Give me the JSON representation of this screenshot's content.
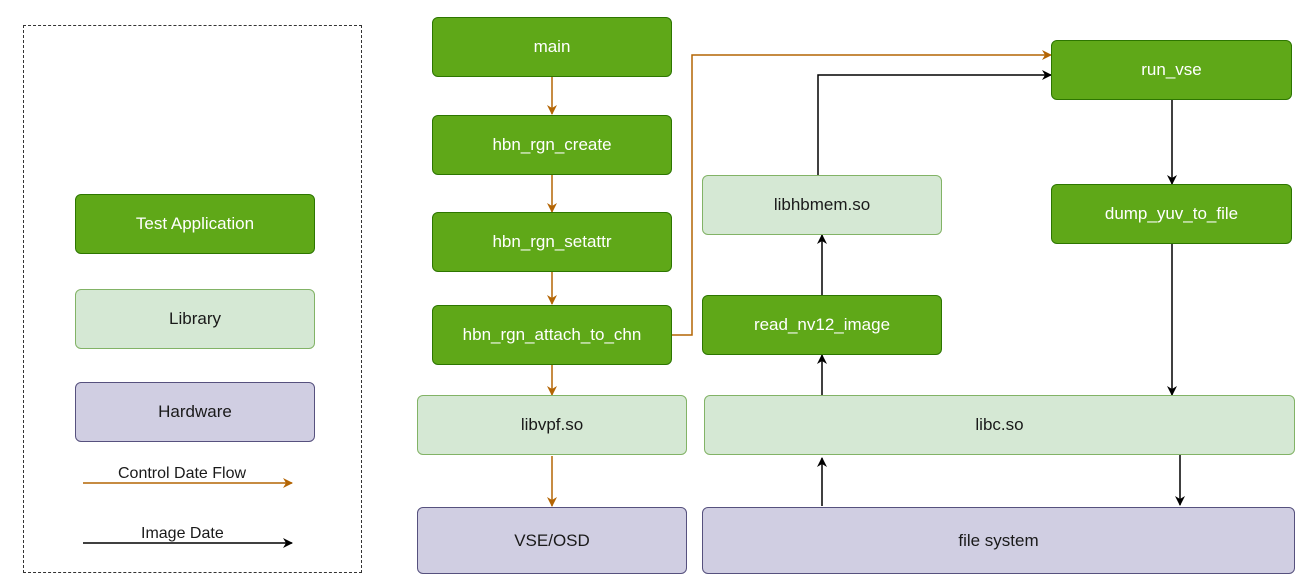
{
  "legend": {
    "test_application": "Test Application",
    "library": "Library",
    "hardware": "Hardware",
    "control_flow": "Control Date Flow",
    "image_flow": "Image Date"
  },
  "nodes": {
    "main": "main",
    "hbn_rgn_create": "hbn_rgn_create",
    "hbn_rgn_setattr": "hbn_rgn_setattr",
    "hbn_rgn_attach_to_chn": "hbn_rgn_attach_to_chn",
    "libvpf": "libvpf.so",
    "vse_osd": "VSE/OSD",
    "run_vse": "run_vse",
    "dump_yuv_to_file": "dump_yuv_to_file",
    "libhbmem": "libhbmem.so",
    "read_nv12_image": "read_nv12_image",
    "libc": "libc.so",
    "file_system": "file system"
  },
  "colors": {
    "app_fill": "#5fa818",
    "lib_fill": "#d5e8d4",
    "hw_fill": "#d0cee2",
    "control_arrow": "#b46504",
    "image_arrow": "#000000"
  }
}
